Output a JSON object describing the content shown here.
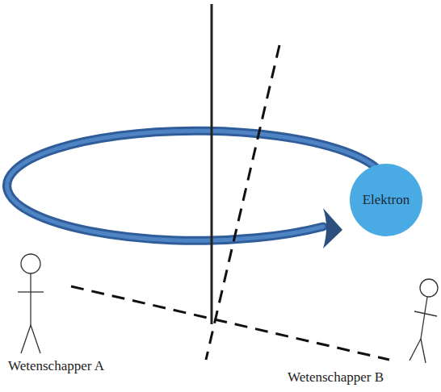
{
  "diagram": {
    "nodes": [
      {
        "text": [
          "Elektron"
        ]
      }
    ],
    "labels": [
      "Wetenschapper A",
      "Wetenschapper B"
    ]
  }
}
